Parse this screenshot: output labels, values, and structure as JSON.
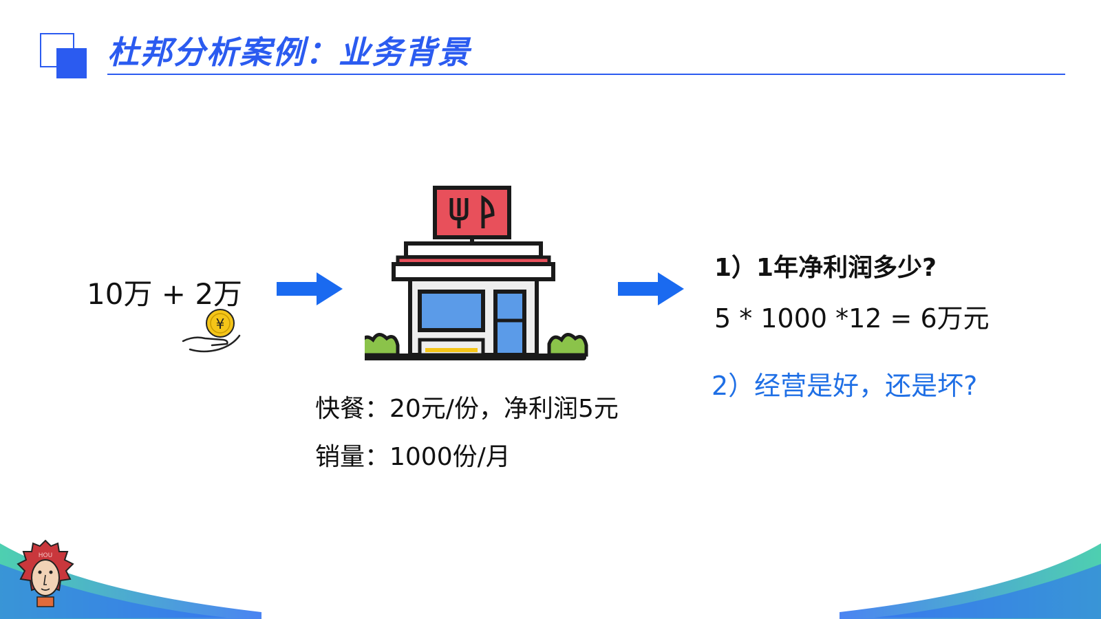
{
  "title": "杜邦分析案例：业务背景",
  "investment": {
    "text": "10万 + 2万",
    "icon": "coin-hand-icon"
  },
  "store": {
    "icon": "restaurant-store-icon",
    "line1": "快餐：20元/份，净利润5元",
    "line2": "销量：1000份/月"
  },
  "questions": {
    "q1": "1）1年净利润多少?",
    "calculation": "5 * 1000 *12 = 6万元",
    "q2": "2）经营是好，还是坏?"
  },
  "colors": {
    "accent": "#2b5bf0",
    "arrow": "#1a6af0",
    "question_blue": "#1f6fe5",
    "sign_red": "#e8505b",
    "window_blue": "#5b9be8",
    "bush_green": "#8bc34a",
    "coin_yellow": "#f5c518",
    "wave_teal": "#3bc9a8"
  },
  "mascot": {
    "icon": "lion-mascot-icon",
    "label": "HOU"
  }
}
